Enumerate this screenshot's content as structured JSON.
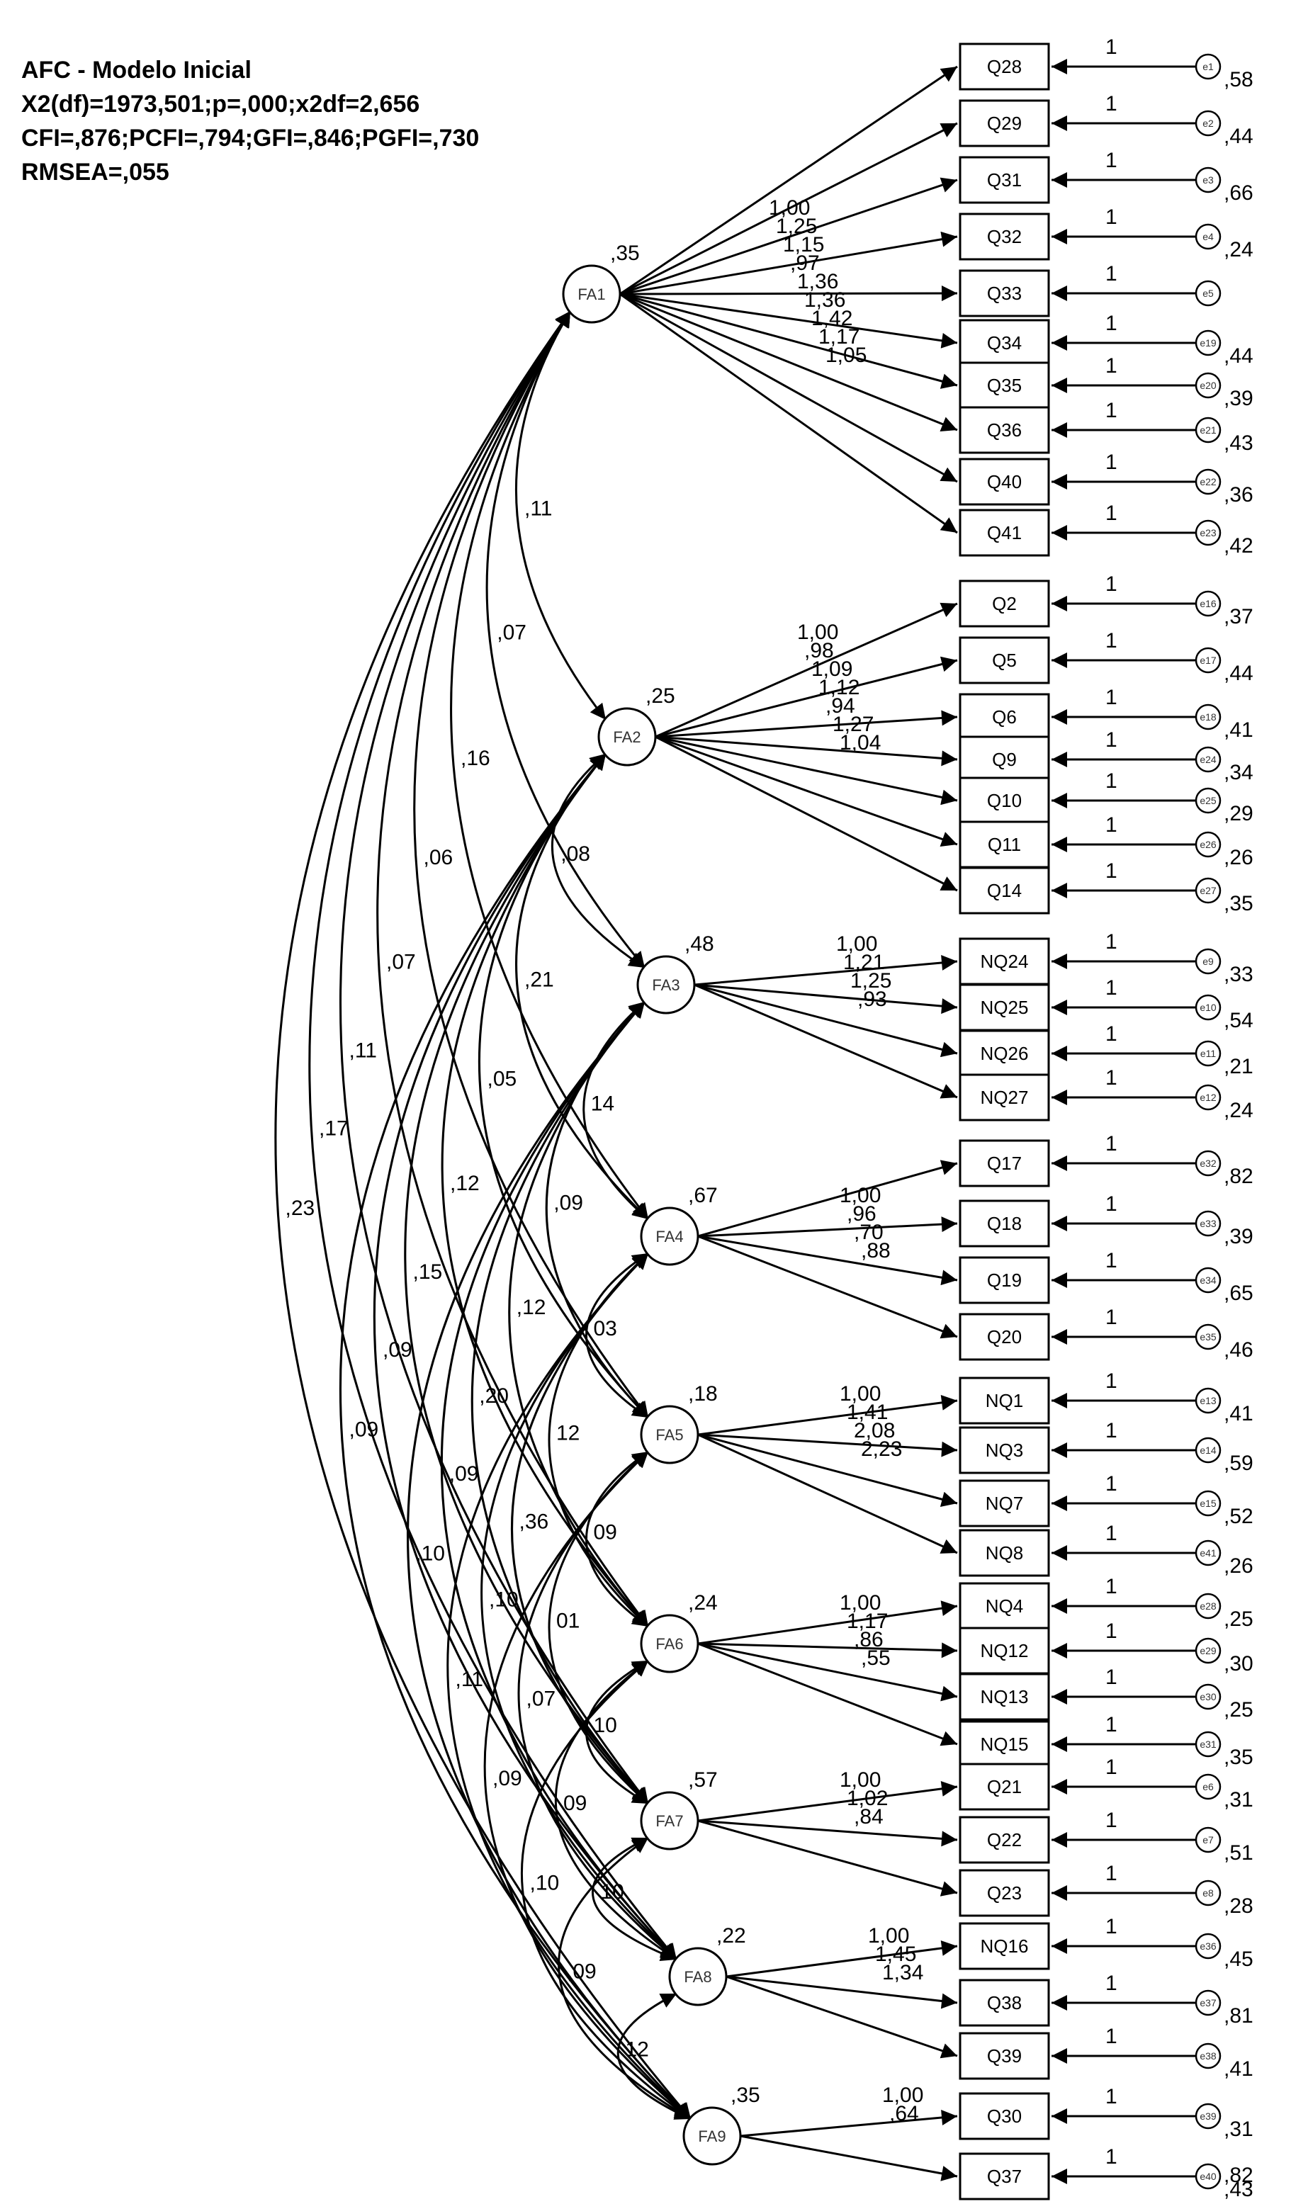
{
  "header": {
    "lines": [
      "AFC - Modelo Inicial",
      "X2(df)=1973,501;p=,000;x2df=2,656",
      "CFI=,876;PCFI=,794;GFI=,846;PGFI=,730",
      "RMSEA=,055"
    ]
  },
  "factors": [
    {
      "name": "FA1",
      "variance": ",35"
    },
    {
      "name": "FA2",
      "variance": ",25"
    },
    {
      "name": "FA3",
      "variance": ",48"
    },
    {
      "name": "FA4",
      "variance": ",67"
    },
    {
      "name": "FA5",
      "variance": ",18"
    },
    {
      "name": "FA6",
      "variance": ",24"
    },
    {
      "name": "FA7",
      "variance": ",57"
    },
    {
      "name": "FA8",
      "variance": ",22"
    },
    {
      "name": "FA9",
      "variance": ",35"
    }
  ],
  "items": [
    {
      "name": "Q28",
      "factor": 0,
      "loading": "",
      "error": "e1",
      "evar": ",58"
    },
    {
      "name": "Q29",
      "factor": 0,
      "loading": "1,00",
      "error": "e2",
      "evar": ",44"
    },
    {
      "name": "Q31",
      "factor": 0,
      "loading": "1,25",
      "error": "e3",
      "evar": ",66"
    },
    {
      "name": "Q32",
      "factor": 0,
      "loading": "1,15",
      "error": "e4",
      "evar": ",24"
    },
    {
      "name": "Q33",
      "factor": 0,
      "loading": ",97",
      "error": "e5",
      "evar": ""
    },
    {
      "name": "Q34",
      "factor": 0,
      "loading": "1,36",
      "error": "e19",
      "evar": ",44"
    },
    {
      "name": "Q35",
      "factor": 0,
      "loading": "1,36",
      "error": "e20",
      "evar": ",39"
    },
    {
      "name": "Q36",
      "factor": 0,
      "loading": "1,42",
      "error": "e21",
      "evar": ",43"
    },
    {
      "name": "Q40",
      "factor": 0,
      "loading": "1,17",
      "error": "e22",
      "evar": ",36"
    },
    {
      "name": "Q41",
      "factor": 0,
      "loading": "1,05",
      "error": "e23",
      "evar": ",42"
    },
    {
      "name": "Q2",
      "factor": 1,
      "loading": "1,00",
      "error": "e16",
      "evar": ",37"
    },
    {
      "name": "Q5",
      "factor": 1,
      "loading": ",98",
      "error": "e17",
      "evar": ",44"
    },
    {
      "name": "Q6",
      "factor": 1,
      "loading": "1,09",
      "error": "e18",
      "evar": ",41"
    },
    {
      "name": "Q9",
      "factor": 1,
      "loading": "1,12",
      "error": "e24",
      "evar": ",34"
    },
    {
      "name": "Q10",
      "factor": 1,
      "loading": ",94",
      "error": "e25",
      "evar": ",29"
    },
    {
      "name": "Q11",
      "factor": 1,
      "loading": "1,27",
      "error": "e26",
      "evar": ",26"
    },
    {
      "name": "Q14",
      "factor": 1,
      "loading": "1,04",
      "error": "e27",
      "evar": ",35"
    },
    {
      "name": "NQ24",
      "factor": 2,
      "loading": "1,00",
      "error": "e9",
      "evar": ",33"
    },
    {
      "name": "NQ25",
      "factor": 2,
      "loading": "1,21",
      "error": "e10",
      "evar": ",54"
    },
    {
      "name": "NQ26",
      "factor": 2,
      "loading": "1,25",
      "error": "e11",
      "evar": ",21"
    },
    {
      "name": "NQ27",
      "factor": 2,
      "loading": ",93",
      "error": "e12",
      "evar": ",24"
    },
    {
      "name": "Q17",
      "factor": 3,
      "loading": "1,00",
      "error": "e32",
      "evar": ",82"
    },
    {
      "name": "Q18",
      "factor": 3,
      "loading": ",96",
      "error": "e33",
      "evar": ",39"
    },
    {
      "name": "Q19",
      "factor": 3,
      "loading": ",70",
      "error": "e34",
      "evar": ",65"
    },
    {
      "name": "Q20",
      "factor": 3,
      "loading": ",88",
      "error": "e35",
      "evar": ",46"
    },
    {
      "name": "NQ1",
      "factor": 4,
      "loading": "1,00",
      "error": "e13",
      "evar": ",41"
    },
    {
      "name": "NQ3",
      "factor": 4,
      "loading": "1,41",
      "error": "e14",
      "evar": ",59"
    },
    {
      "name": "NQ7",
      "factor": 4,
      "loading": "2,08",
      "error": "e15",
      "evar": ",52"
    },
    {
      "name": "NQ8",
      "factor": 4,
      "loading": "2,23",
      "error": "e41",
      "evar": ",26"
    },
    {
      "name": "NQ4",
      "factor": 5,
      "loading": "1,00",
      "error": "e28",
      "evar": ",25"
    },
    {
      "name": "NQ12",
      "factor": 5,
      "loading": "1,17",
      "error": "e29",
      "evar": ",30"
    },
    {
      "name": "NQ13",
      "factor": 5,
      "loading": ",86",
      "error": "e30",
      "evar": ",25"
    },
    {
      "name": "NQ15",
      "factor": 5,
      "loading": ",55",
      "error": "e31",
      "evar": ",35"
    },
    {
      "name": "Q21",
      "factor": 6,
      "loading": "1,00",
      "error": "e6",
      "evar": ",31"
    },
    {
      "name": "Q22",
      "factor": 6,
      "loading": "1,02",
      "error": "e7",
      "evar": ",51"
    },
    {
      "name": "Q23",
      "factor": 6,
      "loading": ",84",
      "error": "e8",
      "evar": ",28"
    },
    {
      "name": "NQ16",
      "factor": 7,
      "loading": "1,00",
      "error": "e36",
      "evar": ",45"
    },
    {
      "name": "Q38",
      "factor": 7,
      "loading": "1,45",
      "error": "e37",
      "evar": ",81"
    },
    {
      "name": "Q39",
      "factor": 7,
      "loading": "1,34",
      "error": "e38",
      "evar": ",41"
    },
    {
      "name": "Q30",
      "factor": 8,
      "loading": "1,00",
      "error": "e39",
      "evar": ",31"
    },
    {
      "name": "Q37",
      "factor": 8,
      "loading": ",64",
      "error": "e40",
      "evar": ",43"
    }
  ],
  "extra_error_variances": [
    ",82"
  ],
  "covariances": [
    {
      "from": 0,
      "to": 1,
      "value": ",11"
    },
    {
      "from": 0,
      "to": 2,
      "value": ",07"
    },
    {
      "from": 0,
      "to": 3,
      "value": ",16"
    },
    {
      "from": 0,
      "to": 4,
      "value": ",06"
    },
    {
      "from": 0,
      "to": 5,
      "value": ",07"
    },
    {
      "from": 0,
      "to": 6,
      "value": ",11"
    },
    {
      "from": 0,
      "to": 7,
      "value": ",17"
    },
    {
      "from": 0,
      "to": 8,
      "value": ",23"
    },
    {
      "from": 1,
      "to": 2,
      "value": ",08"
    },
    {
      "from": 1,
      "to": 3,
      "value": ",21"
    },
    {
      "from": 1,
      "to": 4,
      "value": ",05"
    },
    {
      "from": 1,
      "to": 5,
      "value": ",12"
    },
    {
      "from": 1,
      "to": 6,
      "value": ",15"
    },
    {
      "from": 1,
      "to": 7,
      "value": ",09"
    },
    {
      "from": 1,
      "to": 8,
      "value": ",09"
    },
    {
      "from": 2,
      "to": 3,
      "value": "14"
    },
    {
      "from": 2,
      "to": 4,
      "value": ",09"
    },
    {
      "from": 2,
      "to": 5,
      "value": ",12"
    },
    {
      "from": 2,
      "to": 6,
      "value": ",20"
    },
    {
      "from": 2,
      "to": 7,
      "value": ",09"
    },
    {
      "from": 2,
      "to": 8,
      "value": ",10"
    },
    {
      "from": 3,
      "to": 4,
      "value": "03"
    },
    {
      "from": 3,
      "to": 5,
      "value": "12"
    },
    {
      "from": 3,
      "to": 6,
      "value": ",36"
    },
    {
      "from": 3,
      "to": 7,
      "value": ",10"
    },
    {
      "from": 3,
      "to": 8,
      "value": ",11"
    },
    {
      "from": 4,
      "to": 5,
      "value": "09"
    },
    {
      "from": 4,
      "to": 6,
      "value": "01"
    },
    {
      "from": 4,
      "to": 7,
      "value": ",07"
    },
    {
      "from": 4,
      "to": 8,
      "value": ",09"
    },
    {
      "from": 5,
      "to": 6,
      "value": "10"
    },
    {
      "from": 5,
      "to": 7,
      "value": "09"
    },
    {
      "from": 5,
      "to": 8,
      "value": ",10"
    },
    {
      "from": 6,
      "to": 7,
      "value": "10"
    },
    {
      "from": 6,
      "to": 8,
      "value": ",09"
    },
    {
      "from": 7,
      "to": 8,
      "value": "12"
    }
  ],
  "error_path_label": "1"
}
